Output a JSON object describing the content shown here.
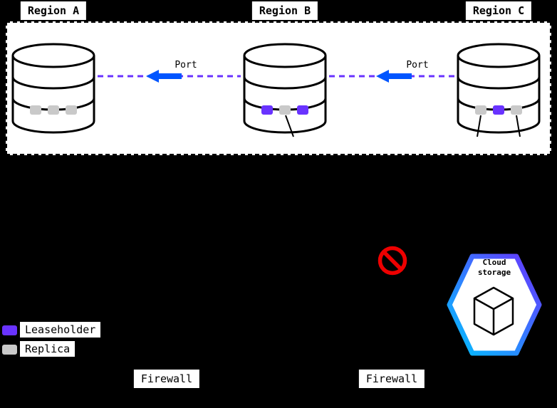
{
  "regions": [
    {
      "label": "Region A",
      "squares": [
        "#c9c9c9",
        "#c9c9c9",
        "#c9c9c9"
      ]
    },
    {
      "label": "Region B",
      "squares": [
        "#6933ff",
        "#c9c9c9",
        "#6933ff"
      ]
    },
    {
      "label": "Region C",
      "squares": [
        "#c9c9c9",
        "#6933ff",
        "#c9c9c9"
      ]
    }
  ],
  "connections": [
    {
      "label": "Port"
    },
    {
      "label": "Port"
    }
  ],
  "legend": {
    "items": [
      {
        "label": "Leaseholder",
        "color": "#6933ff"
      },
      {
        "label": "Replica",
        "color": "#c9c9c9"
      }
    ]
  },
  "cloud_storage": {
    "label": "Cloud storage"
  },
  "firewalls": [
    {
      "label": "Firewall"
    },
    {
      "label": "Firewall"
    }
  ],
  "colors": {
    "arrow_line": "#6933ff",
    "arrow_head": "#0055ff",
    "prohibited": "#ee0000",
    "hexagon_gradient_start": "#00c2ff",
    "hexagon_gradient_end": "#6933ff"
  }
}
